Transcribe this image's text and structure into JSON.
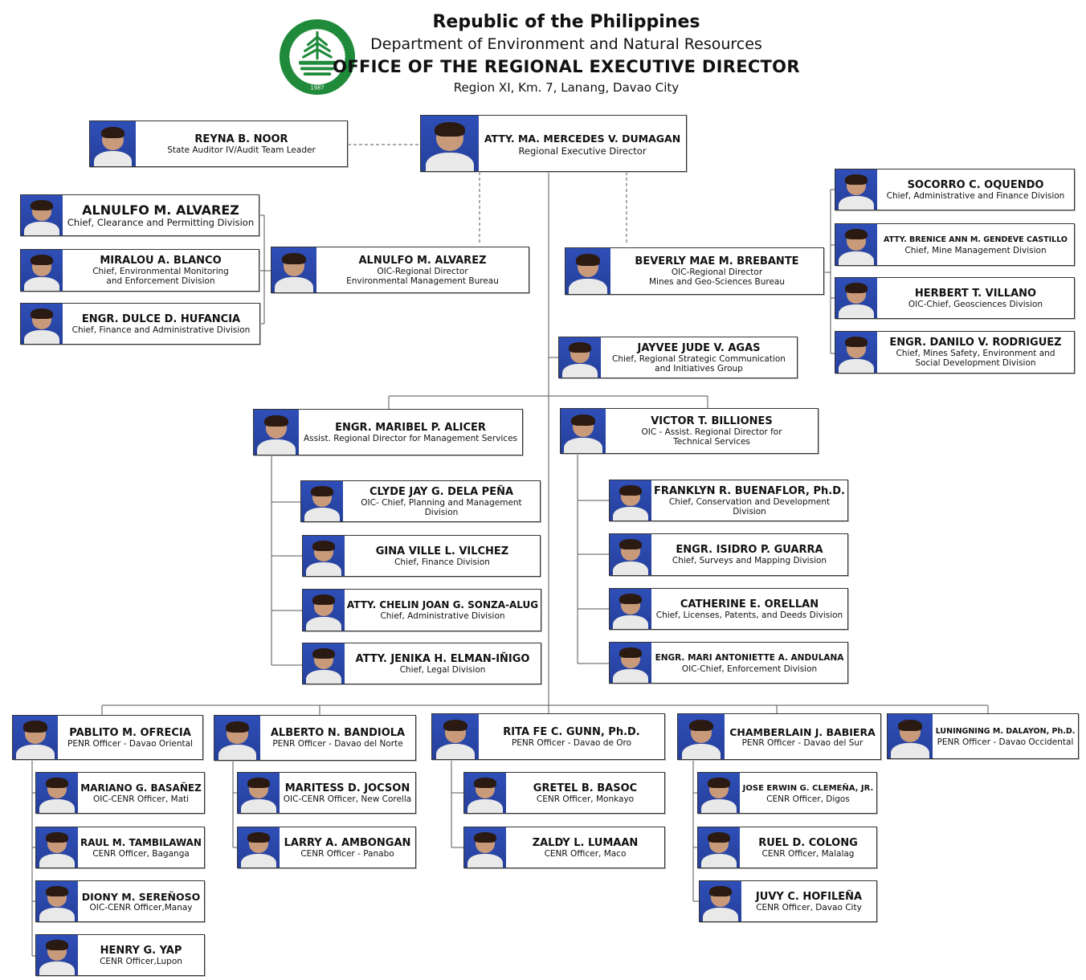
{
  "header": {
    "line1": "Republic of the Philippines",
    "line2": "Department of Environment and Natural Resources",
    "line3": "OFFICE OF THE REGIONAL EXECUTIVE DIRECTOR",
    "line4": "Region XI, Km. 7, Lanang, Davao City",
    "seal_text": "DEPARTMENT OF ENVIRONMENT AND NATURAL RESOURCES",
    "seal_year": "1987"
  },
  "colors": {
    "photo_bg": "#2f4fb8",
    "seal_green": "#1f8a3a",
    "line": "#555555"
  },
  "people": {
    "noor": {
      "name": "REYNA B. NOOR",
      "title": "State Auditor IV/Audit Team Leader"
    },
    "dumagan": {
      "name": "ATTY. MA. MERCEDES V. DUMAGAN",
      "title": "Regional Executive Director"
    },
    "alvarez_cpd": {
      "name": "ALNULFO M. ALVAREZ",
      "title": "Chief, Clearance and Permitting Division"
    },
    "blanco": {
      "name": "MIRALOU A. BLANCO",
      "title": "Chief, Environmental Monitoring\nand Enforcement Division"
    },
    "hufancia": {
      "name": "ENGR. DULCE D. HUFANCIA",
      "title": "Chief, Finance and Administrative Division"
    },
    "alvarez_emb": {
      "name": "ALNULFO M. ALVAREZ",
      "title": "OIC-Regional Director\nEnvironmental Management Bureau"
    },
    "brebante": {
      "name": "BEVERLY MAE M. BREBANTE",
      "title": "OIC-Regional Director\nMines and Geo-Sciences Bureau"
    },
    "oquendo": {
      "name": "SOCORRO C. OQUENDO",
      "title": "Chief, Administrative and Finance Division"
    },
    "castillo": {
      "name": "ATTY. BRENICE ANN M. GENDEVE CASTILLO",
      "title": "Chief, Mine Management Division"
    },
    "villano": {
      "name": "HERBERT T. VILLANO",
      "title": "OIC-Chief, Geosciences Division"
    },
    "rodriguez": {
      "name": "ENGR. DANILO V. RODRIGUEZ",
      "title": "Chief, Mines Safety, Environment and\nSocial Development  Division"
    },
    "agas": {
      "name": "JAYVEE JUDE V. AGAS",
      "title": "Chief, Regional Strategic Communication\nand Initiatives Group"
    },
    "alicer": {
      "name": "ENGR. MARIBEL P. ALICER",
      "title": "Assist. Regional Director for  Management Services"
    },
    "billiones": {
      "name": "VICTOR T. BILLIONES",
      "title": "OIC - Assist. Regional  Director for\nTechnical Services"
    },
    "delapena": {
      "name": "CLYDE JAY G. DELA PEÑA",
      "title": "OIC- Chief, Planning and Management Division"
    },
    "vilchez": {
      "name": "GINA VILLE L. VILCHEZ",
      "title": "Chief, Finance Division"
    },
    "sonza": {
      "name": "ATTY. CHELIN JOAN G. SONZA-ALUG",
      "title": "Chief, Administrative Division"
    },
    "elman": {
      "name": "ATTY. JENIKA H. ELMAN-IÑIGO",
      "title": "Chief, Legal Division"
    },
    "buenaflor": {
      "name": "FRANKLYN R. BUENAFLOR, Ph.D.",
      "title": "Chief, Conservation and Development Division"
    },
    "guarra": {
      "name": "ENGR. ISIDRO P. GUARRA",
      "title": "Chief, Surveys and Mapping Division"
    },
    "orellan": {
      "name": "CATHERINE E. ORELLAN",
      "title": "Chief, Licenses, Patents, and Deeds  Division"
    },
    "andulana": {
      "name": "ENGR. MARI ANTONIETTE A. ANDULANA",
      "title": "OIC-Chief, Enforcement Division"
    },
    "ofrecia": {
      "name": "PABLITO M. OFRECIA",
      "title": "PENR Officer - Davao Oriental"
    },
    "bandiola": {
      "name": "ALBERTO N. BANDIOLA",
      "title": "PENR Officer - Davao del Norte"
    },
    "gunn": {
      "name": "RITA FE C. GUNN, Ph.D.",
      "title": "PENR Officer - Davao de Oro"
    },
    "babiera": {
      "name": "CHAMBERLAIN J. BABIERA",
      "title": "PENR Officer - Davao del Sur"
    },
    "dalayon": {
      "name": "LUNINGNING M. DALAYON, Ph.D.",
      "title": "PENR Officer - Davao Occidental"
    },
    "basanez": {
      "name": "MARIANO G. BASAÑEZ",
      "title": "OIC-CENR Officer, Mati"
    },
    "tambilawan": {
      "name": "RAUL M. TAMBILAWAN",
      "title": "CENR Officer, Baganga"
    },
    "serenoso": {
      "name": "DIONY M. SEREÑOSO",
      "title": "OIC-CENR Officer,Manay"
    },
    "yap": {
      "name": "HENRY G. YAP",
      "title": "CENR Officer,Lupon"
    },
    "jocson": {
      "name": "MARITESS D. JOCSON",
      "title": "OIC-CENR Officer, New Corella"
    },
    "ambongan": {
      "name": "LARRY A. AMBONGAN",
      "title": "CENR Officer - Panabo"
    },
    "basoc": {
      "name": "GRETEL B. BASOC",
      "title": "CENR Officer, Monkayo"
    },
    "lumaan": {
      "name": "ZALDY L. LUMAAN",
      "title": "CENR Officer, Maco"
    },
    "clemena": {
      "name": "JOSE ERWIN G. CLEMEÑA, JR.",
      "title": "CENR Officer, Digos"
    },
    "colong": {
      "name": "RUEL D. COLONG",
      "title": "CENR Officer, Malalag"
    },
    "hofilena": {
      "name": "JUVY C. HOFILEÑA",
      "title": "CENR Officer, Davao City"
    }
  }
}
